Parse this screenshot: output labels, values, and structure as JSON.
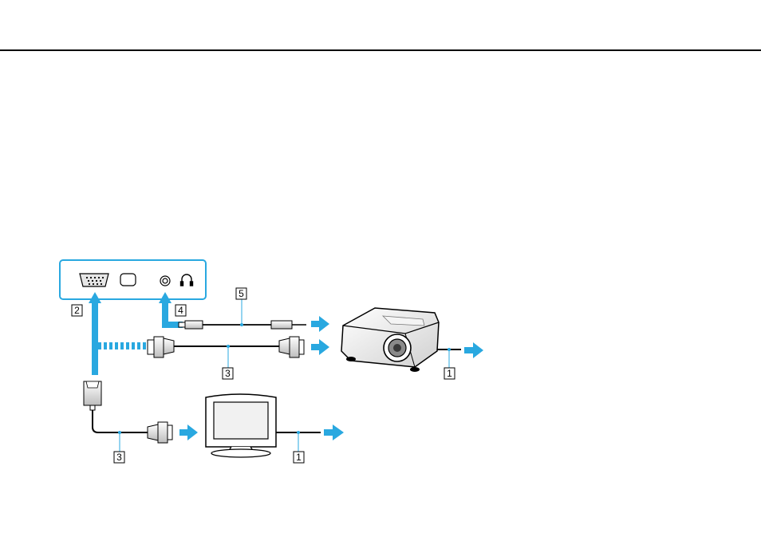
{
  "diagram": {
    "callouts": {
      "projector_power": "1",
      "monitor_power": "1",
      "vga_port": "2",
      "display_cable_projector": "3",
      "display_cable_monitor": "3",
      "headphone_port": "4",
      "audio_cable": "5"
    },
    "colors": {
      "accent": "#29A8E0",
      "line": "#000000",
      "device_fill": "#ffffff"
    }
  }
}
